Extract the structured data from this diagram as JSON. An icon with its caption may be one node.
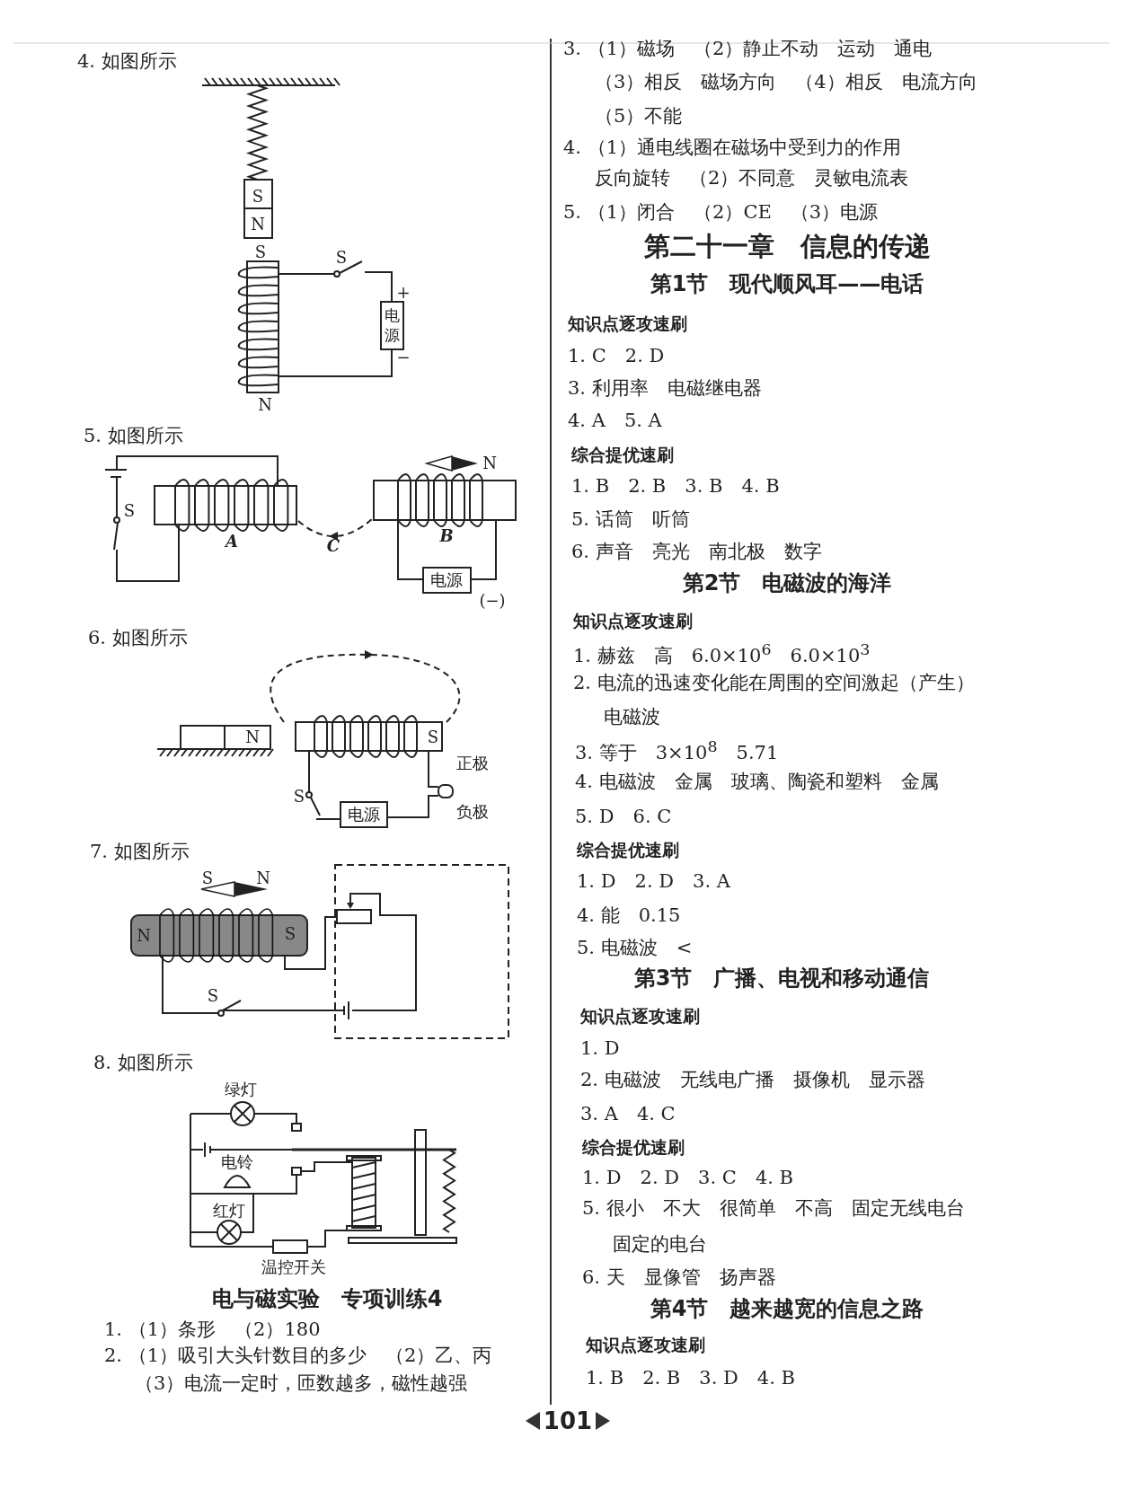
{
  "diagram": {
    "labels": [
      "4. 如图所示",
      "S",
      "N",
      "S",
      "S",
      "+",
      "电源",
      "−",
      "N",
      "5. 如图所示",
      "N",
      "S",
      "A",
      "C",
      "B",
      "电源",
      "(−)",
      "6. 如图所示",
      "N",
      "S",
      "正极",
      "S",
      "电源",
      "负极",
      "7. 如图所示",
      "S",
      "N",
      "N",
      "S",
      "S",
      "8. 如图所示",
      "绿灯",
      "电铃",
      "红灯",
      "温控开关",
      "电与磁实验　专项训练4",
      "1. （1）条形　（2）180",
      "2. （1）吸引大头针数目的多少　（2）乙、丙",
      "（3）电流一定时，匝数越多，磁性越强",
      "3. （1）磁场　（2）静止不动　运动　通电",
      "（3）相反　磁场方向　（4）相反　电流方向",
      "（5）不能",
      "4. （1）通电线圈在磁场中受到力的作用",
      "反向旋转　（2）不同意　灵敏电流表",
      "5. （1）闭合　（2）CE　（3）电源",
      "第二十一章　信息的传递",
      "第1节　现代顺风耳——电话",
      "知识点逐攻速刷",
      "1. C　2. D",
      "3. 利用率　电磁继电器",
      "4. A　5. A",
      "综合提优速刷",
      "1. B　2. B　3. B　4. B",
      "5. 话筒　听筒",
      "6. 声音　亮光　南北极　数字",
      "第2节　电磁波的海洋",
      "知识点逐攻速刷",
      "1. 赫兹　高　6.0×10$^{6}$　6.0×10$^{3}$",
      "2. 电流的迅速变化能在周围的空间激起（产生）电磁波",
      "3. 等于　3×10$^{8}$　5.71",
      "4. 电磁波　金属　玻璃、陶瓷和塑料　金属",
      "5. D　6. C",
      "综合提优速刷",
      "1. D　2. D　3. A",
      "4. 能　0.15",
      "5. 电磁波　<",
      "第3节　广播、电视和移动通信",
      "知识点逐攻速刷",
      "1. D",
      "2. 电磁波　无线电广播　摄像机　显示器",
      "3. A　4. C",
      "综合提优速刷",
      "1. D　2. D　3. C　4. B",
      "5. 很小　不大　很简单　不高　固定无线电台",
      "固定的电台",
      "6. 天　显像管　扬声器",
      "第4节　越来越宽的信息之路",
      "知识点逐攻速刷",
      "1. B　2. B　3. D　4. B",
      "101"
    ]
  }
}
